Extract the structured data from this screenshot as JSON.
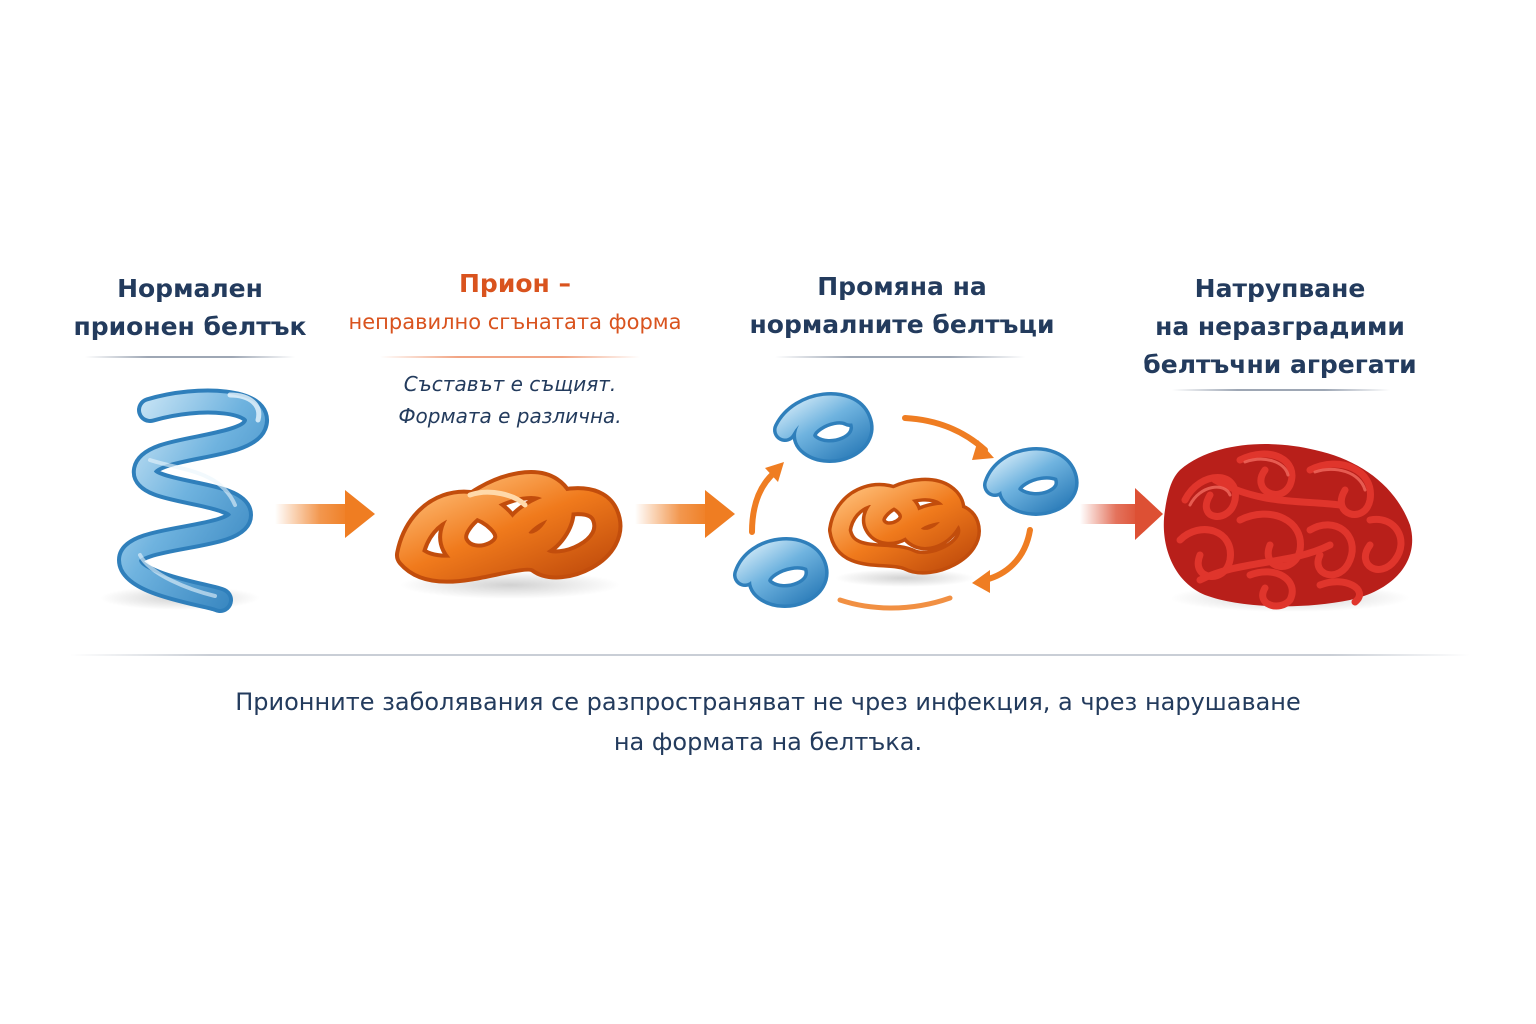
{
  "colors": {
    "title_dark": "#233b5d",
    "title_orange": "#d9531e",
    "normal_protein": "#5aa5d6",
    "prion": "#f07a1c",
    "aggregate": "#d42b24",
    "arrow": "#ef7d22",
    "arrow_red": "#dd5034"
  },
  "stages": [
    {
      "title_lines": [
        "Нормален",
        "прионен белтък"
      ],
      "icon": "helix-protein-icon"
    },
    {
      "title_lines": [
        "Прион –",
        "неправилно сгънатата форма"
      ],
      "note_lines": [
        "Съставът е същият.",
        "Формата е различна."
      ],
      "icon": "misfolded-prion-icon"
    },
    {
      "title_lines": [
        "Промяна на",
        "нормалните белтъци"
      ],
      "icon": "conversion-cycle-icon"
    },
    {
      "title_lines": [
        "Натрупване",
        "на неразградими",
        "белтъчни агрегати"
      ],
      "icon": "protein-aggregate-icon"
    }
  ],
  "caption_lines": [
    "Прионните заболявания се разпространяват не чрез инфекция, а чрез нарушаване",
    "на формата на белтъка."
  ]
}
